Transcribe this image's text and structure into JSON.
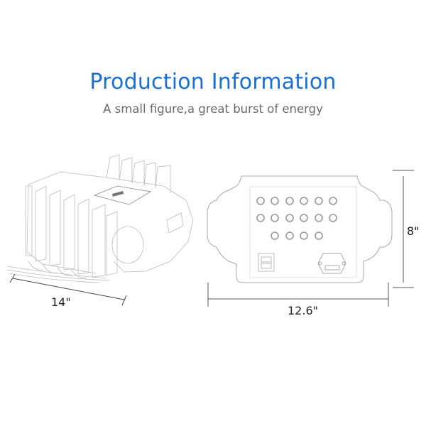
{
  "header": {
    "title": "Production Information",
    "subtitle": "A small figure,a great burst of energy",
    "title_color": "#1a6fd6",
    "subtitle_color": "#6b6b6b"
  },
  "figures": {
    "perspective_view": {
      "description": "3/4 perspective line drawing of device with front handpiece paddles",
      "width_label": "14\""
    },
    "rear_view": {
      "description": "Rear panel line drawing with connector ports, power switch and power socket",
      "ports_rows": [
        6,
        6,
        4
      ],
      "width_label": "12.6\"",
      "height_label": "8\""
    }
  }
}
